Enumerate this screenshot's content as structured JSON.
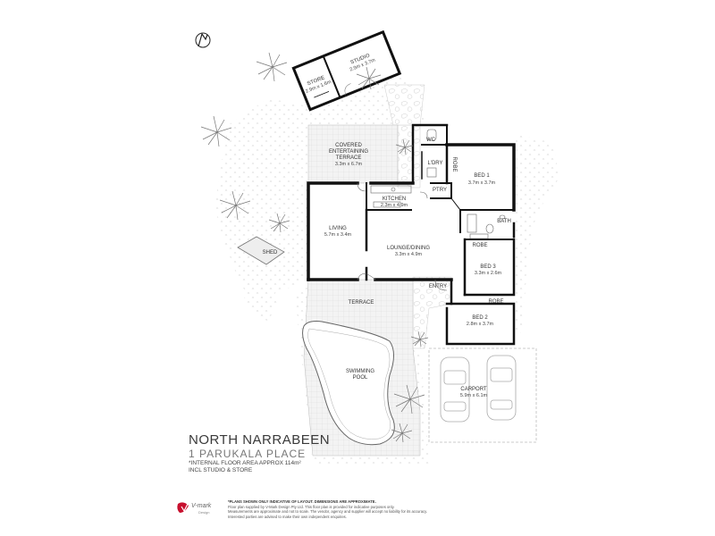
{
  "plan": {
    "title": "NORTH NARRABEEN",
    "subtitle": "1 PARUKALA PLACE",
    "area_note_1": "*INTERNAL FLOOR AREA APPROX 114m²",
    "area_note_2": "INCL STUDIO & STORE",
    "rooms": {
      "studio": {
        "name": "STUDIO",
        "dims": "2.9m x 3.7m"
      },
      "store": {
        "name": "STORE",
        "dims": "2.9m x 1.6m"
      },
      "terrace_cov_1": "COVERED",
      "terrace_cov_2": "ENTERTAINING",
      "terrace_cov_3": "TERRACE",
      "terrace_cov_dims": "3.3m x 6.7m",
      "wc": "WC",
      "laundry": "L'DRY",
      "robe_1": "ROBE",
      "bed1": {
        "name": "BED 1",
        "dims": "3.7m x 3.7m"
      },
      "kitchen": {
        "name": "KITCHEN",
        "dims": "2.3m x 4.9m"
      },
      "pantry": "PTRY",
      "bath": "BATH",
      "living": {
        "name": "LIVING",
        "dims": "5.7m x 3.4m"
      },
      "lounge": {
        "name": "LOUNGE/DINING",
        "dims": "3.3m x 4.9m"
      },
      "robe_2": "ROBE",
      "bed3": {
        "name": "BED 3",
        "dims": "3.3m x 2.6m"
      },
      "shed": "SHED",
      "entry": "ENTRY",
      "robe_3": "ROBE",
      "terrace": "TERRACE",
      "bed2": {
        "name": "BED 2",
        "dims": "2.8m x 3.7m"
      },
      "pool_1": "SWIMMING",
      "pool_2": "POOL",
      "carport": {
        "name": "CARPORT",
        "dims": "5.9m x 6.1m"
      }
    }
  },
  "disclaimer": {
    "line1": "*PLANS SHOWN ONLY INDICATIVE OF LAYOUT. DIMENSIONS ARE APPROXIMATE.",
    "line2": "Floor plan supplied by V-Mark Design Pty Ltd. This floor plan is provided for indicative purposes only.",
    "line3": "Measurements are approximate and not to scale. The vendor, agency and supplier will accept no liability for its accuracy.",
    "line4": "Interested parties are advised to make their own independent enquiries."
  },
  "logo": {
    "name": "V-mark",
    "sub": "Design"
  },
  "colors": {
    "wall": "#111111",
    "paving": "#cccccc",
    "plants": "#777777",
    "accent": "#c8102e"
  }
}
